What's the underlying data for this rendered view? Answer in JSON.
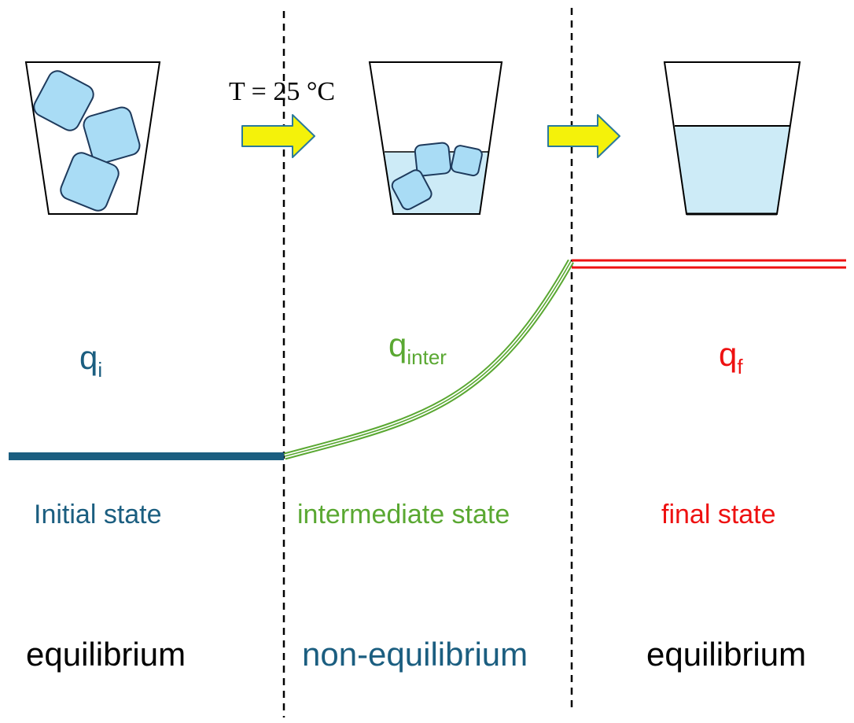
{
  "colors": {
    "initial": "#1b5e80",
    "intermediate": "#5aa832",
    "final": "#ee1111",
    "ice_fill": "#a9dcf5",
    "ice_stroke": "#1e3a5c",
    "water_fill": "#cdebf7",
    "arrow_fill": "#f4f20a",
    "arrow_stroke": "#2b7a9c"
  },
  "icons": {
    "glass_initial": "glass-of-ice-icon",
    "glass_intermediate": "glass-of-melting-ice-icon",
    "glass_final": "glass-of-water-icon",
    "arrows": "right-arrow-icon"
  },
  "temperature_label": "T = 25 °C",
  "columns": {
    "initial": {
      "q_symbol": "q",
      "q_subscript": "i",
      "state_label": "Initial state",
      "equilibrium_label": "equilibrium"
    },
    "intermediate": {
      "q_symbol": "q",
      "q_subscript": "inter",
      "state_label": "intermediate state",
      "equilibrium_label": "non-equilibrium"
    },
    "final": {
      "q_symbol": "q",
      "q_subscript": "f",
      "state_label": "final state",
      "equilibrium_label": "equilibrium"
    }
  }
}
